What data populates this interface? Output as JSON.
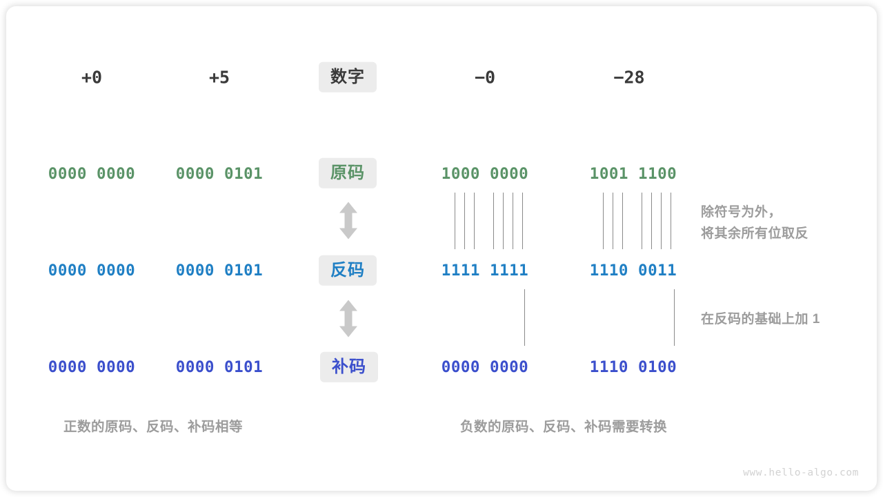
{
  "watermark": "www.hello-algo.com",
  "colors": {
    "true_form": "#5a9367",
    "ones_complement": "#1f7fc4",
    "twos_complement": "#3b4fcc",
    "badge_bg": "#ececec",
    "note_text": "#9c9c9c",
    "header_text": "#3a3a3a"
  },
  "header": {
    "col_pos_zero": "+0",
    "col_pos_five": "+5",
    "label": "数字",
    "col_neg_zero": "−0",
    "col_neg_28": "−28"
  },
  "rows": {
    "true_form": {
      "label": "原码",
      "pos_zero": "0000 0000",
      "pos_five": "0000 0101",
      "neg_zero": "1000 0000",
      "neg_28": "1001 1100"
    },
    "ones_complement": {
      "label": "反码",
      "pos_zero": "0000 0000",
      "pos_five": "0000 0101",
      "neg_zero": "1111 1111",
      "neg_28": "1110 0011"
    },
    "twos_complement": {
      "label": "补码",
      "pos_zero": "0000 0000",
      "pos_five": "0000 0101",
      "neg_zero": "0000 0000",
      "neg_28": "1110 0100"
    }
  },
  "notes": {
    "invert": "除符号为外，\n将其余所有位取反",
    "plus_one": "在反码的基础上加 1"
  },
  "captions": {
    "positive": "正数的原码、反码、补码相等",
    "negative": "负数的原码、反码、补码需要转换"
  }
}
